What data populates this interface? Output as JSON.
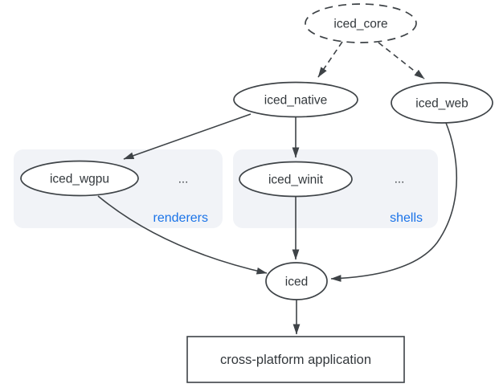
{
  "palette": {
    "background": "#ffffff",
    "stroke": "#3e4347",
    "node_fill": "#ffffff",
    "text": "#33383c",
    "group_fill": "#f1f3f7",
    "group_label_color": "#1a73e8"
  },
  "nodes": {
    "iced_core": "iced_core",
    "iced_native": "iced_native",
    "iced_web": "iced_web",
    "iced_wgpu": "iced_wgpu",
    "iced_winit": "iced_winit",
    "iced": "iced",
    "application": "cross-platform application"
  },
  "groups": {
    "renderers": {
      "label": "renderers",
      "ellipsis": "..."
    },
    "shells": {
      "label": "shells",
      "ellipsis": "..."
    }
  },
  "edges": [
    {
      "from": "iced_core",
      "to": "iced_native",
      "style": "dashed"
    },
    {
      "from": "iced_core",
      "to": "iced_web",
      "style": "dashed"
    },
    {
      "from": "iced_native",
      "to": "iced_wgpu",
      "style": "solid"
    },
    {
      "from": "iced_native",
      "to": "iced_winit",
      "style": "solid"
    },
    {
      "from": "iced_wgpu",
      "to": "iced",
      "style": "solid"
    },
    {
      "from": "iced_winit",
      "to": "iced",
      "style": "solid"
    },
    {
      "from": "iced_web",
      "to": "iced",
      "style": "solid"
    },
    {
      "from": "iced",
      "to": "application",
      "style": "solid"
    }
  ]
}
